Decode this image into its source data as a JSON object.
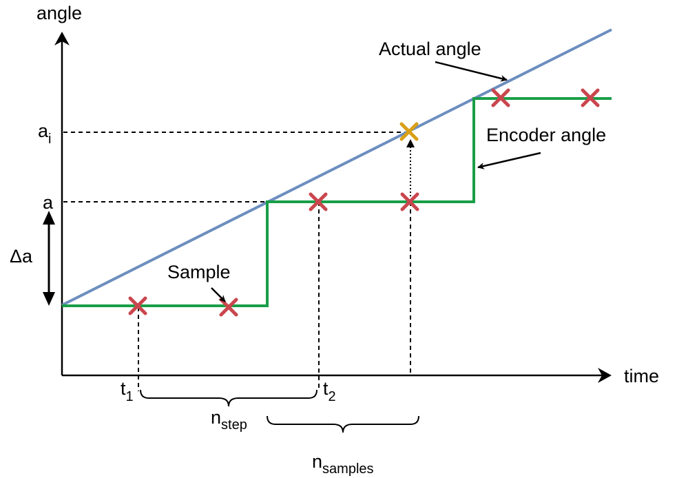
{
  "axes": {
    "y_label": "angle",
    "x_label": "time"
  },
  "labels": {
    "actual_angle": "Actual angle",
    "encoder_angle": "Encoder angle",
    "sample": "Sample",
    "delta_a": "Δa",
    "a": "a",
    "a_i_base": "a",
    "a_i_sub": "i",
    "t1_base": "t",
    "t1_sub": "1",
    "t2_base": "t",
    "t2_sub": "2",
    "n_step_base": "n",
    "n_step_sub": "step",
    "n_samples_base": "n",
    "n_samples_sub": "samples"
  },
  "colors": {
    "actual_line": "#6c8ebf",
    "encoder_line": "#1a9e48",
    "sample_marker": "#c9464d",
    "interpolated_marker": "#d9a017",
    "axis": "#000000"
  }
}
